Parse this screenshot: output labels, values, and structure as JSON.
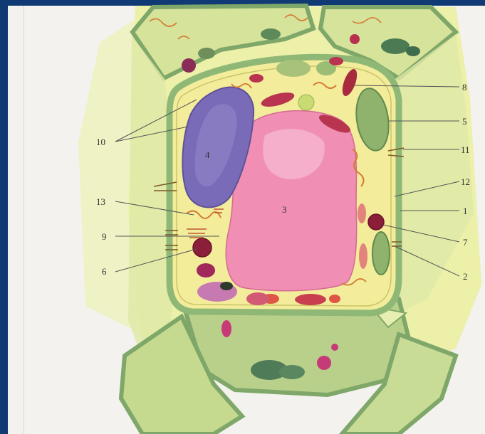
{
  "labels": {
    "l1": "1",
    "l2": "2",
    "l3": "3",
    "l4": "4",
    "l5": "5",
    "l6": "6",
    "l7": "7",
    "l8": "8",
    "l9": "9",
    "l10": "10",
    "l11": "11",
    "l12": "12",
    "l13": "13"
  },
  "colors": {
    "frame": "#0f3a74",
    "paper": "#f3f2ee",
    "halo": "#e9ee86",
    "cell_wall": "#8fb877",
    "cytoplasm": "#f3ec9a",
    "vacuole": "#f08fb3",
    "nucleus": "#7a6bb8",
    "chloroplast": "#8fb36c",
    "mitochondria": "#b8344f"
  }
}
